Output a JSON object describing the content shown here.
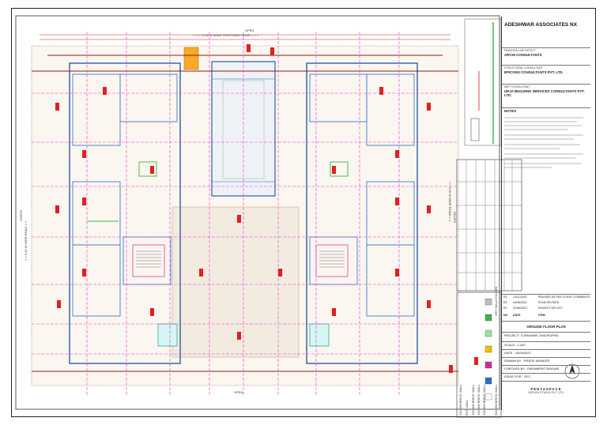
{
  "title_block": {
    "firm": "ADESHWAR ASSOCIATES NX",
    "architect_label": "PRINCIPAL ARCHITECT",
    "architect_name": "ARCHI CONSULTANTS",
    "structural_label": "STRUCTURAL CONSULTANT",
    "structural_name": "EPICONS CONSULTANTS PVT. LTD.",
    "mep_label": "MEP CONSULTANT",
    "mep_name": "URJA BUILDING SERVICES CONSULTANTS PVT. LTD.",
    "notes_label": "NOTES",
    "drawing_title": "GROUND FLOOR PLAN",
    "project": "PROJECT: TUPANISHE SHATRUPRA",
    "scale": "SCALE :  1:100",
    "date": "DATE :  15/03/2021",
    "drawn_by": "DRAWN BY :  PRATIK ADWAITE",
    "checked_by": "CHECKED BY :  PARAMPRIT RIASARI",
    "issue_for": "ISSUE FOR :  GFC",
    "logo": "PENTASPACE",
    "logo_sub": "DESIGN STUDIO PVT. LTD."
  },
  "revisions": {
    "headers": [
      "NO",
      "DATE",
      "ITEM"
    ],
    "rows": [
      [
        "R3",
        "14/11/2021",
        "REVISED AS PER CLIENT COMMENTS"
      ],
      [
        "R2",
        "09/08/2021",
        "PLAN REVISED"
      ],
      [
        "R1",
        "21/06/2021",
        "ISSUED FOR GFC"
      ]
    ]
  },
  "legend": {
    "items": [
      "RCC WALL",
      "100 MM BRICK WALL",
      "150 MM BRICK WALL",
      "200 MM BRICK WALL",
      "230 MM BRICK WALL",
      "300 MM BRICK WALL",
      "DRY WALL",
      "COLUMN"
    ],
    "colors": [
      "#c0c0c0",
      "#3cb44b",
      "#9be39b",
      "#f0c000",
      "#d7269b",
      "#2b6fc2",
      "#ffffff",
      "#888888"
    ]
  },
  "plan_labels": {
    "top_road": "< < < 12.00 M WIDE PROPOSED ROAD > > >",
    "top_open": "OPEN",
    "bottom_open": "OPEN",
    "left_road": "< < 9.00 M WIDE ROAD > >",
    "right_road": "< < 9.00 M WIDE ROAD > >",
    "left_margin": "NORTH",
    "right_margin": "SOUTH"
  }
}
